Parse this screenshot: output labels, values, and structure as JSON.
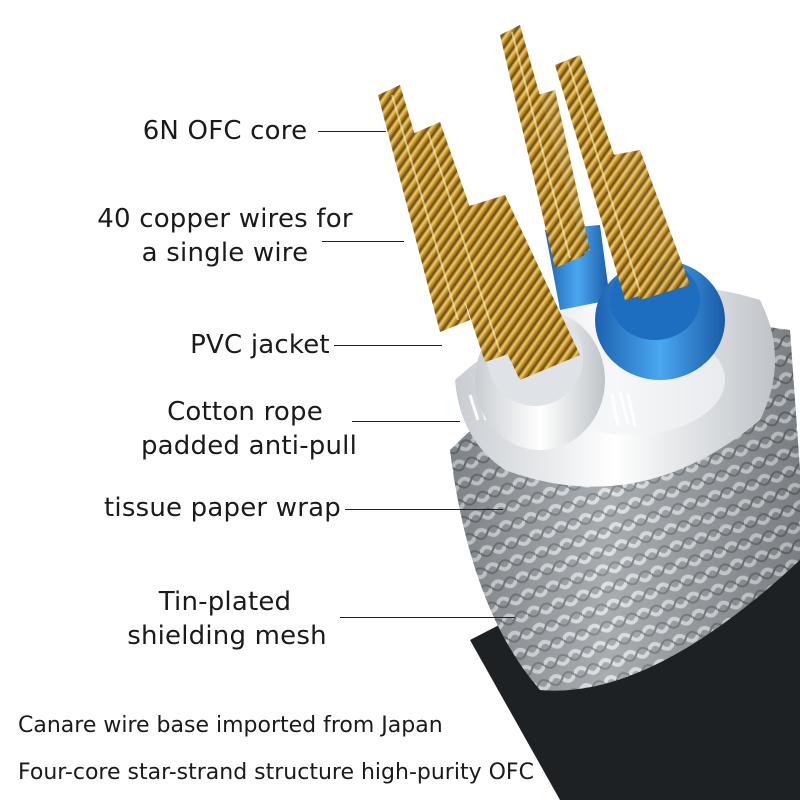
{
  "labels": {
    "core": "6N OFC core",
    "copper_line1": "40 copper wires for",
    "copper_line2": "a single wire",
    "jacket": "PVC jacket",
    "cotton_line1": "Cotton rope",
    "cotton_line2": "padded anti-pull",
    "tissue": "tissue paper wrap",
    "mesh_line1": "Tin-plated",
    "mesh_line2": "shielding mesh"
  },
  "footer": {
    "line1": "Canare wire base imported from Japan",
    "line2": "Four-core star-strand structure high-purity OFC"
  },
  "colors": {
    "copper": "#c9962e",
    "blue_insulation": "#2f8fe0",
    "white_insulation": "#e9ecef",
    "shield": "#9aa0a5",
    "outer_jacket": "#1e2124"
  }
}
